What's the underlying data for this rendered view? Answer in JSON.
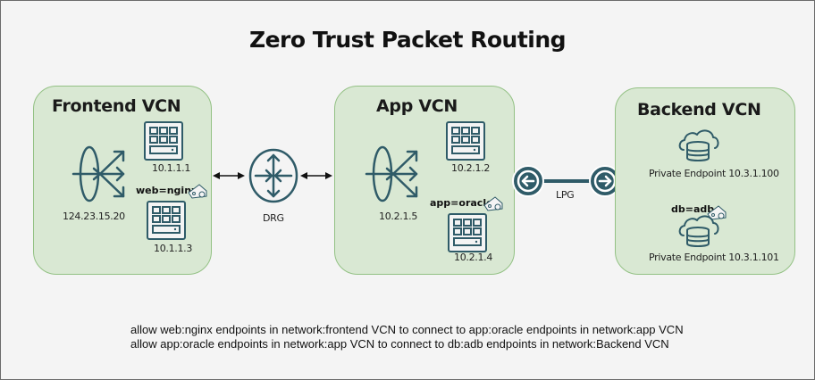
{
  "title": "Zero Trust Packet Routing",
  "colors": {
    "background": "#f4f4f4",
    "vcn_fill": "#d9e8d3",
    "vcn_border": "#93c184",
    "icon_stroke": "#2f5b68"
  },
  "frontend": {
    "title": "Frontend VCN",
    "load_balancer_ip": "124.23.15.20",
    "instances": [
      {
        "ip": "10.1.1.1",
        "tag": ""
      },
      {
        "ip": "10.1.1.3",
        "tag": "web=nginx"
      }
    ]
  },
  "drg": {
    "label": "DRG"
  },
  "app": {
    "title": "App VCN",
    "load_balancer_ip": "10.2.1.5",
    "instances": [
      {
        "ip": "10.2.1.2",
        "tag": ""
      },
      {
        "ip": "10.2.1.4",
        "tag": "app=oracle"
      }
    ]
  },
  "lpg": {
    "label": "LPG"
  },
  "backend": {
    "title": "Backend VCN",
    "endpoints": [
      {
        "label": "Private Endpoint 10.3.1.100",
        "tag": ""
      },
      {
        "label": "Private Endpoint 10.3.1.101",
        "tag": "db=adb"
      }
    ]
  },
  "policies": [
    "allow web:nginx endpoints in network:frontend VCN to connect to app:oracle endpoints in network:app VCN",
    "allow app:oracle endpoints in network:app VCN to connect to db:adb endpoints in network:Backend VCN"
  ]
}
